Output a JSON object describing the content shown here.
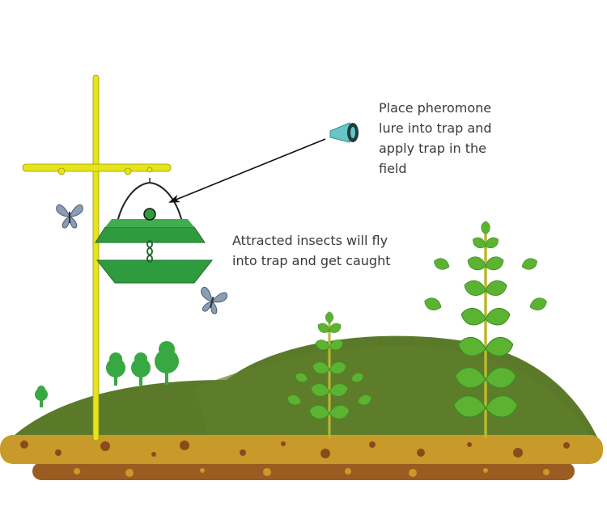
{
  "colors": {
    "ground_dark": "#5a7a2a",
    "ground_light": "#6f8e34",
    "soil": "#c89a2a",
    "soil_dark": "#8a4b1a",
    "pole": "#e6e41a",
    "trap_green": "#2e9b3e",
    "leaf_green": "#5cb332",
    "tree_green": "#37a842",
    "lure": "#66c6c6",
    "butterfly": "#7a8ca6",
    "text": "#3a3a3a"
  },
  "icons": [
    "pheromone-lure-icon",
    "butterfly-icon",
    "trap-icon"
  ],
  "annotations": {
    "lure": {
      "lines": [
        "Place pheromone",
        "lure into trap and",
        "apply trap in the",
        "field"
      ]
    },
    "insects": {
      "lines": [
        "Attracted insects will fly",
        "into trap and get caught"
      ]
    }
  }
}
